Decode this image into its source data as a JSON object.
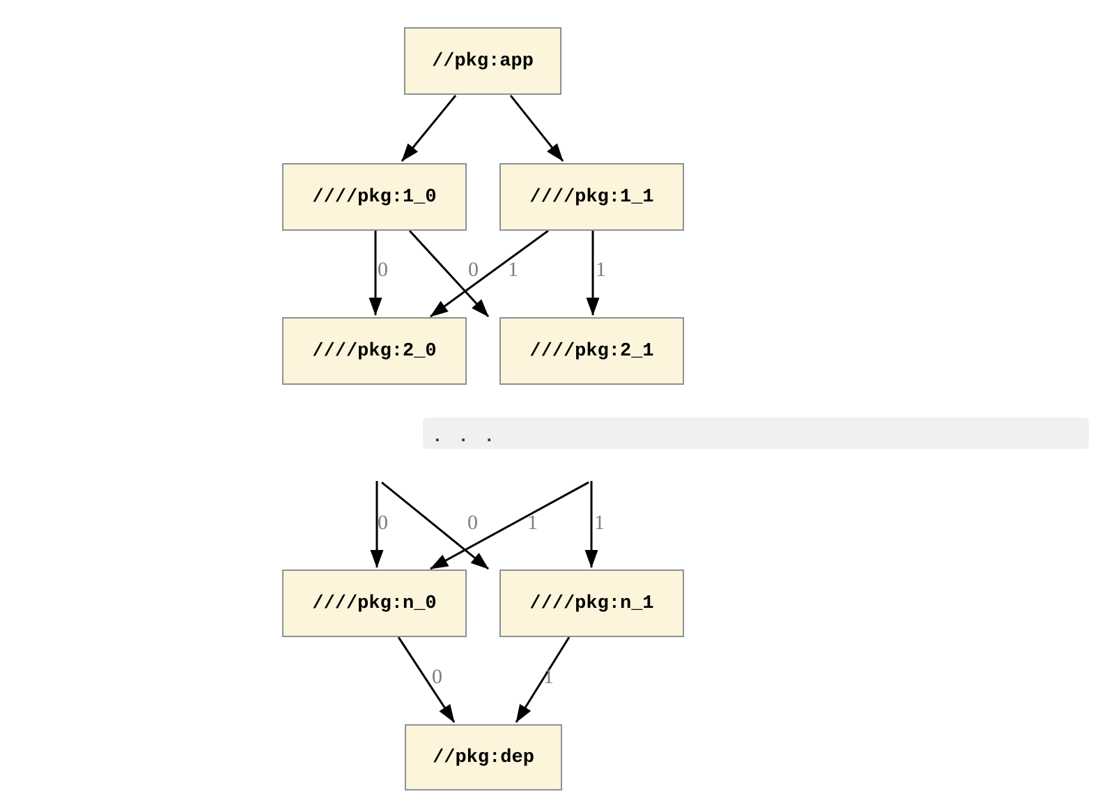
{
  "graph": {
    "description": "Package version dependency graph",
    "colors": {
      "node_fill": "#fcf5dc",
      "node_border": "#8b9191",
      "edge": "#000000",
      "edge_label": "#7d7d7d",
      "ellipsis_band_bg": "#f0f0f0",
      "ellipsis_text": "#3a3a3a"
    },
    "nodes": [
      {
        "id": "app",
        "label": "//pkg:app"
      },
      {
        "id": "1_0",
        "label": "////pkg:1_0"
      },
      {
        "id": "1_1",
        "label": "////pkg:1_1"
      },
      {
        "id": "2_0",
        "label": "////pkg:2_0"
      },
      {
        "id": "2_1",
        "label": "////pkg:2_1"
      },
      {
        "id": "n_0",
        "label": "////pkg:n_0"
      },
      {
        "id": "n_1",
        "label": "////pkg:n_1"
      },
      {
        "id": "dep",
        "label": "//pkg:dep"
      }
    ],
    "ellipsis_label": ". . .",
    "edges": [
      {
        "from": "//pkg:app",
        "to": "////pkg:1_0",
        "label": ""
      },
      {
        "from": "//pkg:app",
        "to": "////pkg:1_1",
        "label": ""
      },
      {
        "from": "////pkg:1_0",
        "to": "////pkg:2_0",
        "label": "0"
      },
      {
        "from": "////pkg:1_1",
        "to": "////pkg:2_0",
        "label": "0"
      },
      {
        "from": "////pkg:1_0",
        "to": "////pkg:2_1",
        "label": "1"
      },
      {
        "from": "////pkg:1_1",
        "to": "////pkg:2_1",
        "label": "1"
      },
      {
        "from": "(elided)",
        "to": "////pkg:n_0",
        "label": "0"
      },
      {
        "from": "(elided)",
        "to": "////pkg:n_0",
        "label": "0"
      },
      {
        "from": "(elided)",
        "to": "////pkg:n_1",
        "label": "1"
      },
      {
        "from": "(elided)",
        "to": "////pkg:n_1",
        "label": "1"
      },
      {
        "from": "////pkg:n_0",
        "to": "//pkg:dep",
        "label": "0"
      },
      {
        "from": "////pkg:n_1",
        "to": "//pkg:dep",
        "label": "1"
      }
    ]
  }
}
